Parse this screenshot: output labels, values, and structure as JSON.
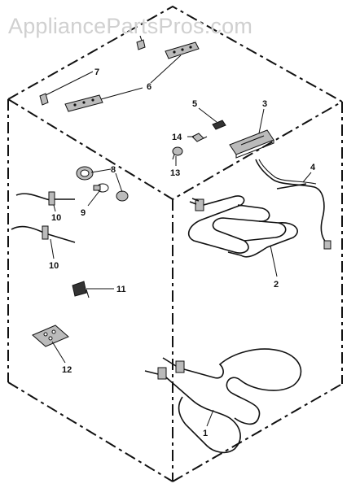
{
  "watermark": "AppliancePartsPros.com",
  "callouts": {
    "p1": "1",
    "p2": "2",
    "p3": "3",
    "p4": "4",
    "p5": "5",
    "p6": "6",
    "p7": "7",
    "p8": "8",
    "p9": "9",
    "p10a": "10",
    "p10b": "10",
    "p11": "11",
    "p12": "12",
    "p13": "13",
    "p14": "14"
  }
}
